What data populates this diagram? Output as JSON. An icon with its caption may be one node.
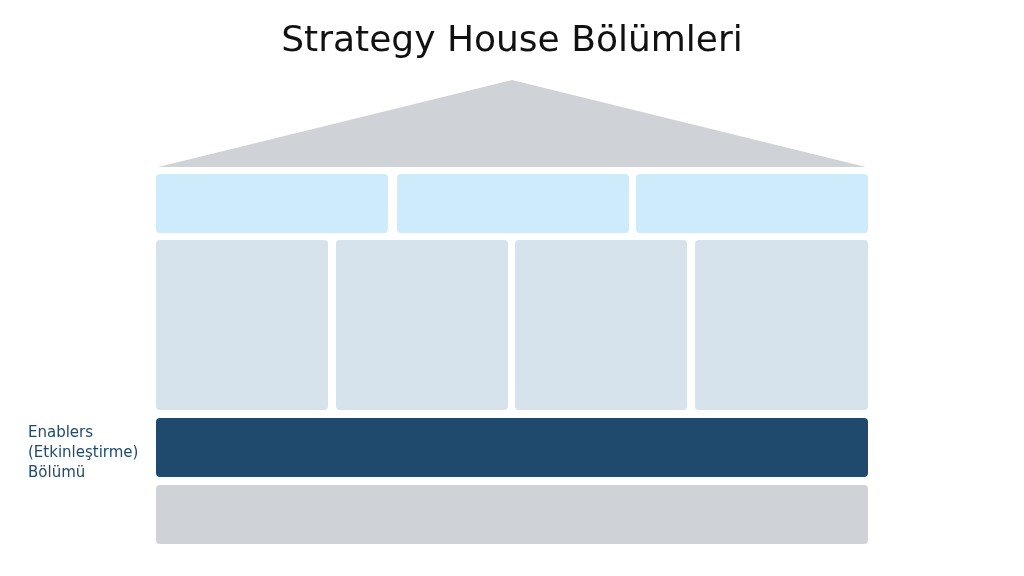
{
  "diagram": {
    "title": "Strategy House Bölümleri",
    "nodes": [
      {
        "text": [],
        "shape": "triangle"
      },
      {
        "text": [],
        "shape": "box"
      },
      {
        "text": [],
        "shape": "box"
      },
      {
        "text": [],
        "shape": "box"
      },
      {
        "text": [],
        "shape": "box"
      },
      {
        "text": [],
        "shape": "box"
      },
      {
        "text": [],
        "shape": "box"
      },
      {
        "text": [],
        "shape": "box"
      },
      {
        "text": [],
        "shape": "bar",
        "beside": [
          "Enablers (Etkinleştirme) Bölümü"
        ]
      },
      {
        "text": [],
        "shape": "bar"
      }
    ],
    "edges": []
  }
}
